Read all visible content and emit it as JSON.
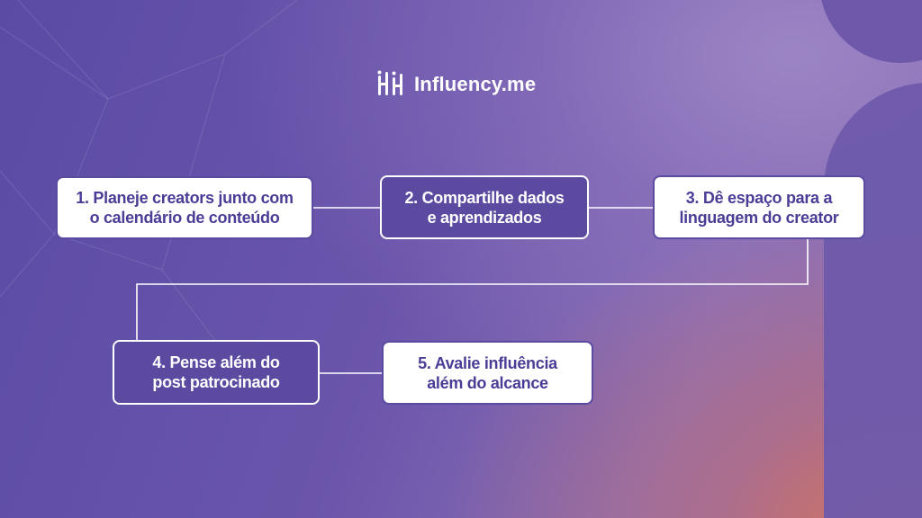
{
  "brand": {
    "name": "Influency.me",
    "icon": "influency-logo-icon"
  },
  "colors": {
    "box_light": "#ffffff",
    "box_dark": "#5b4aa0",
    "text_dark": "#4b3d96",
    "background_start": "#5b4ba5",
    "background_accent": "#d9755a"
  },
  "steps": [
    {
      "line1": "1. Planeje creators junto com",
      "line2": "o calendário de conteúdo",
      "style": "light"
    },
    {
      "line1": "2. Compartilhe dados",
      "line2": "e aprendizados",
      "style": "dark"
    },
    {
      "line1": "3. Dê espaço para a",
      "line2": "linguagem do creator",
      "style": "light"
    },
    {
      "line1": "4. Pense além do",
      "line2": "post patrocinado",
      "style": "dark"
    },
    {
      "line1": "5. Avalie influência",
      "line2": "além do alcance",
      "style": "light"
    }
  ]
}
